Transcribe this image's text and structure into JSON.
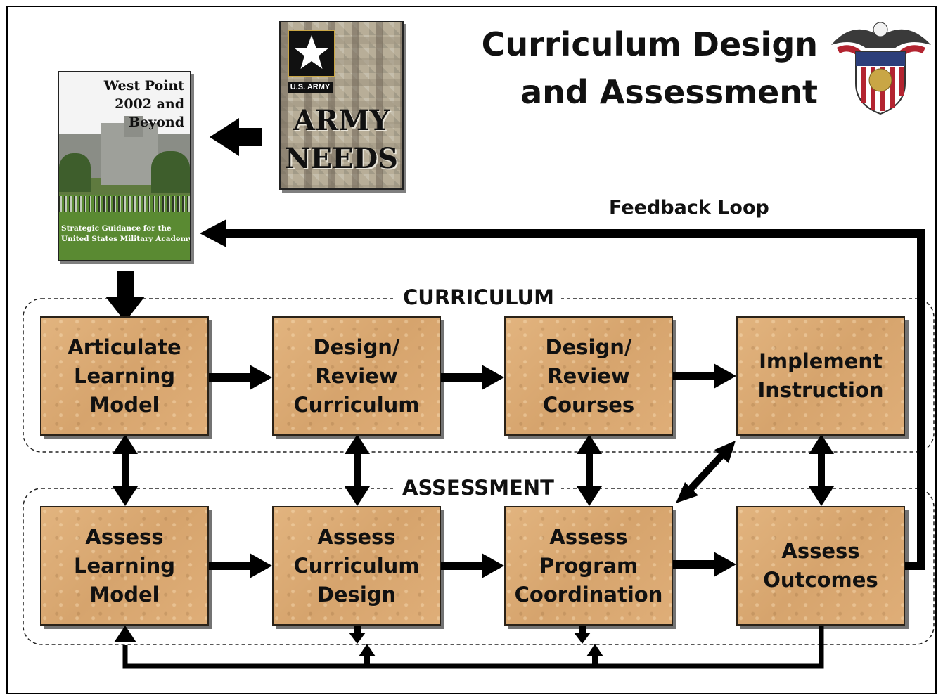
{
  "title": {
    "line1": "Curriculum Design",
    "line2": "and Assessment"
  },
  "cover_book": {
    "title_line1": "West Point",
    "title_line2": "2002 and Beyond",
    "subtitle_line1": "Strategic Guidance for the",
    "subtitle_line2": "United States Military Academy"
  },
  "army_needs": {
    "badge": "U.S. ARMY",
    "word1": "ARMY",
    "word2": "NEEDS"
  },
  "feedback_loop_label": "Feedback Loop",
  "sections": {
    "curriculum": "CURRICULUM",
    "assessment": "ASSESSMENT"
  },
  "curriculum_boxes": [
    "Articulate\nLearning\nModel",
    "Design/\nReview\nCurriculum",
    "Design/\nReview\nCourses",
    "Implement\nInstruction"
  ],
  "assessment_boxes": [
    "Assess\nLearning\nModel",
    "Assess\nCurriculum\nDesign",
    "Assess\nProgram\nCoordination",
    "Assess\nOutcomes"
  ],
  "colors": {
    "box_fill": "#dcaa74",
    "arrow": "#000000",
    "shield_red": "#b32430",
    "shield_blue": "#2c3e7a",
    "gold": "#c9a645"
  },
  "icons": {
    "crest": "west-point-crest-icon",
    "star": "army-star-icon"
  }
}
